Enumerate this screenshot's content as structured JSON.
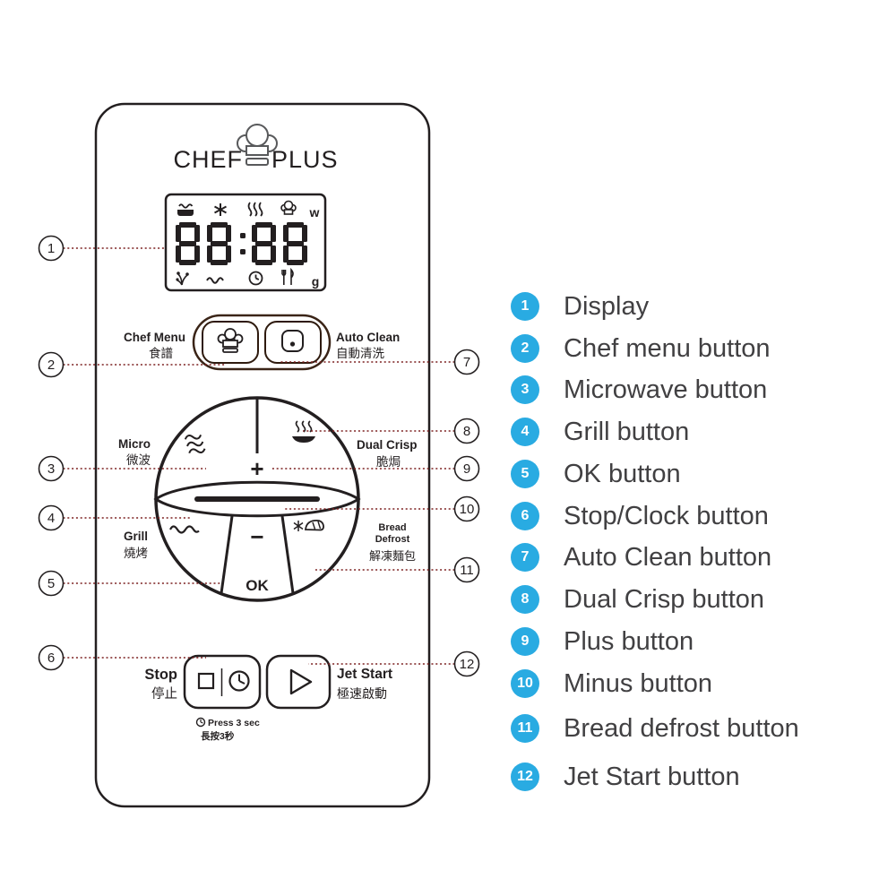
{
  "colors": {
    "legend_circle": "#29abe2",
    "leader_line": "#7b1f1f",
    "panel_line": "#231f20"
  },
  "brand": {
    "chef": "CHEF",
    "plus": "PLUS"
  },
  "display": {
    "time": "88:88",
    "watt": "w",
    "gram": "g"
  },
  "buttons": {
    "chef_menu": {
      "en": "Chef Menu",
      "zh": "食譜"
    },
    "auto_clean": {
      "en": "Auto Clean",
      "zh": "自動清洗"
    },
    "micro": {
      "en": "Micro",
      "zh": "微波"
    },
    "dual_crisp": {
      "en": "Dual Crisp",
      "zh": "脆焗"
    },
    "grill": {
      "en": "Grill",
      "zh": "燒烤"
    },
    "bread_defrost": {
      "en1": "Bread",
      "en2": "Defrost",
      "zh": "解凍麵包"
    },
    "plus": "+",
    "minus": "−",
    "ok": "OK",
    "stop": {
      "en": "Stop",
      "zh": "停止",
      "hint_en": "Press 3 sec",
      "hint_zh": "長按3秒"
    },
    "jet_start": {
      "en": "Jet Start",
      "zh": "極速啟動"
    }
  },
  "callouts": [
    "1",
    "2",
    "3",
    "4",
    "5",
    "6",
    "7",
    "8",
    "9",
    "10",
    "11",
    "12"
  ],
  "legend": {
    "items": [
      {
        "num": "1",
        "label": "Display"
      },
      {
        "num": "2",
        "label": "Chef menu button"
      },
      {
        "num": "3",
        "label": "Microwave button"
      },
      {
        "num": "4",
        "label": "Grill button"
      },
      {
        "num": "5",
        "label": "OK button"
      },
      {
        "num": "6",
        "label": "Stop/Clock button"
      },
      {
        "num": "7",
        "label": "Auto Clean button"
      },
      {
        "num": "8",
        "label": "Dual Crisp button"
      },
      {
        "num": "9",
        "label": "Plus button"
      },
      {
        "num": "10",
        "label": "Minus button"
      },
      {
        "num": "11",
        "label": "Bread defrost button"
      },
      {
        "num": "12",
        "label": "Jet Start button"
      }
    ]
  }
}
